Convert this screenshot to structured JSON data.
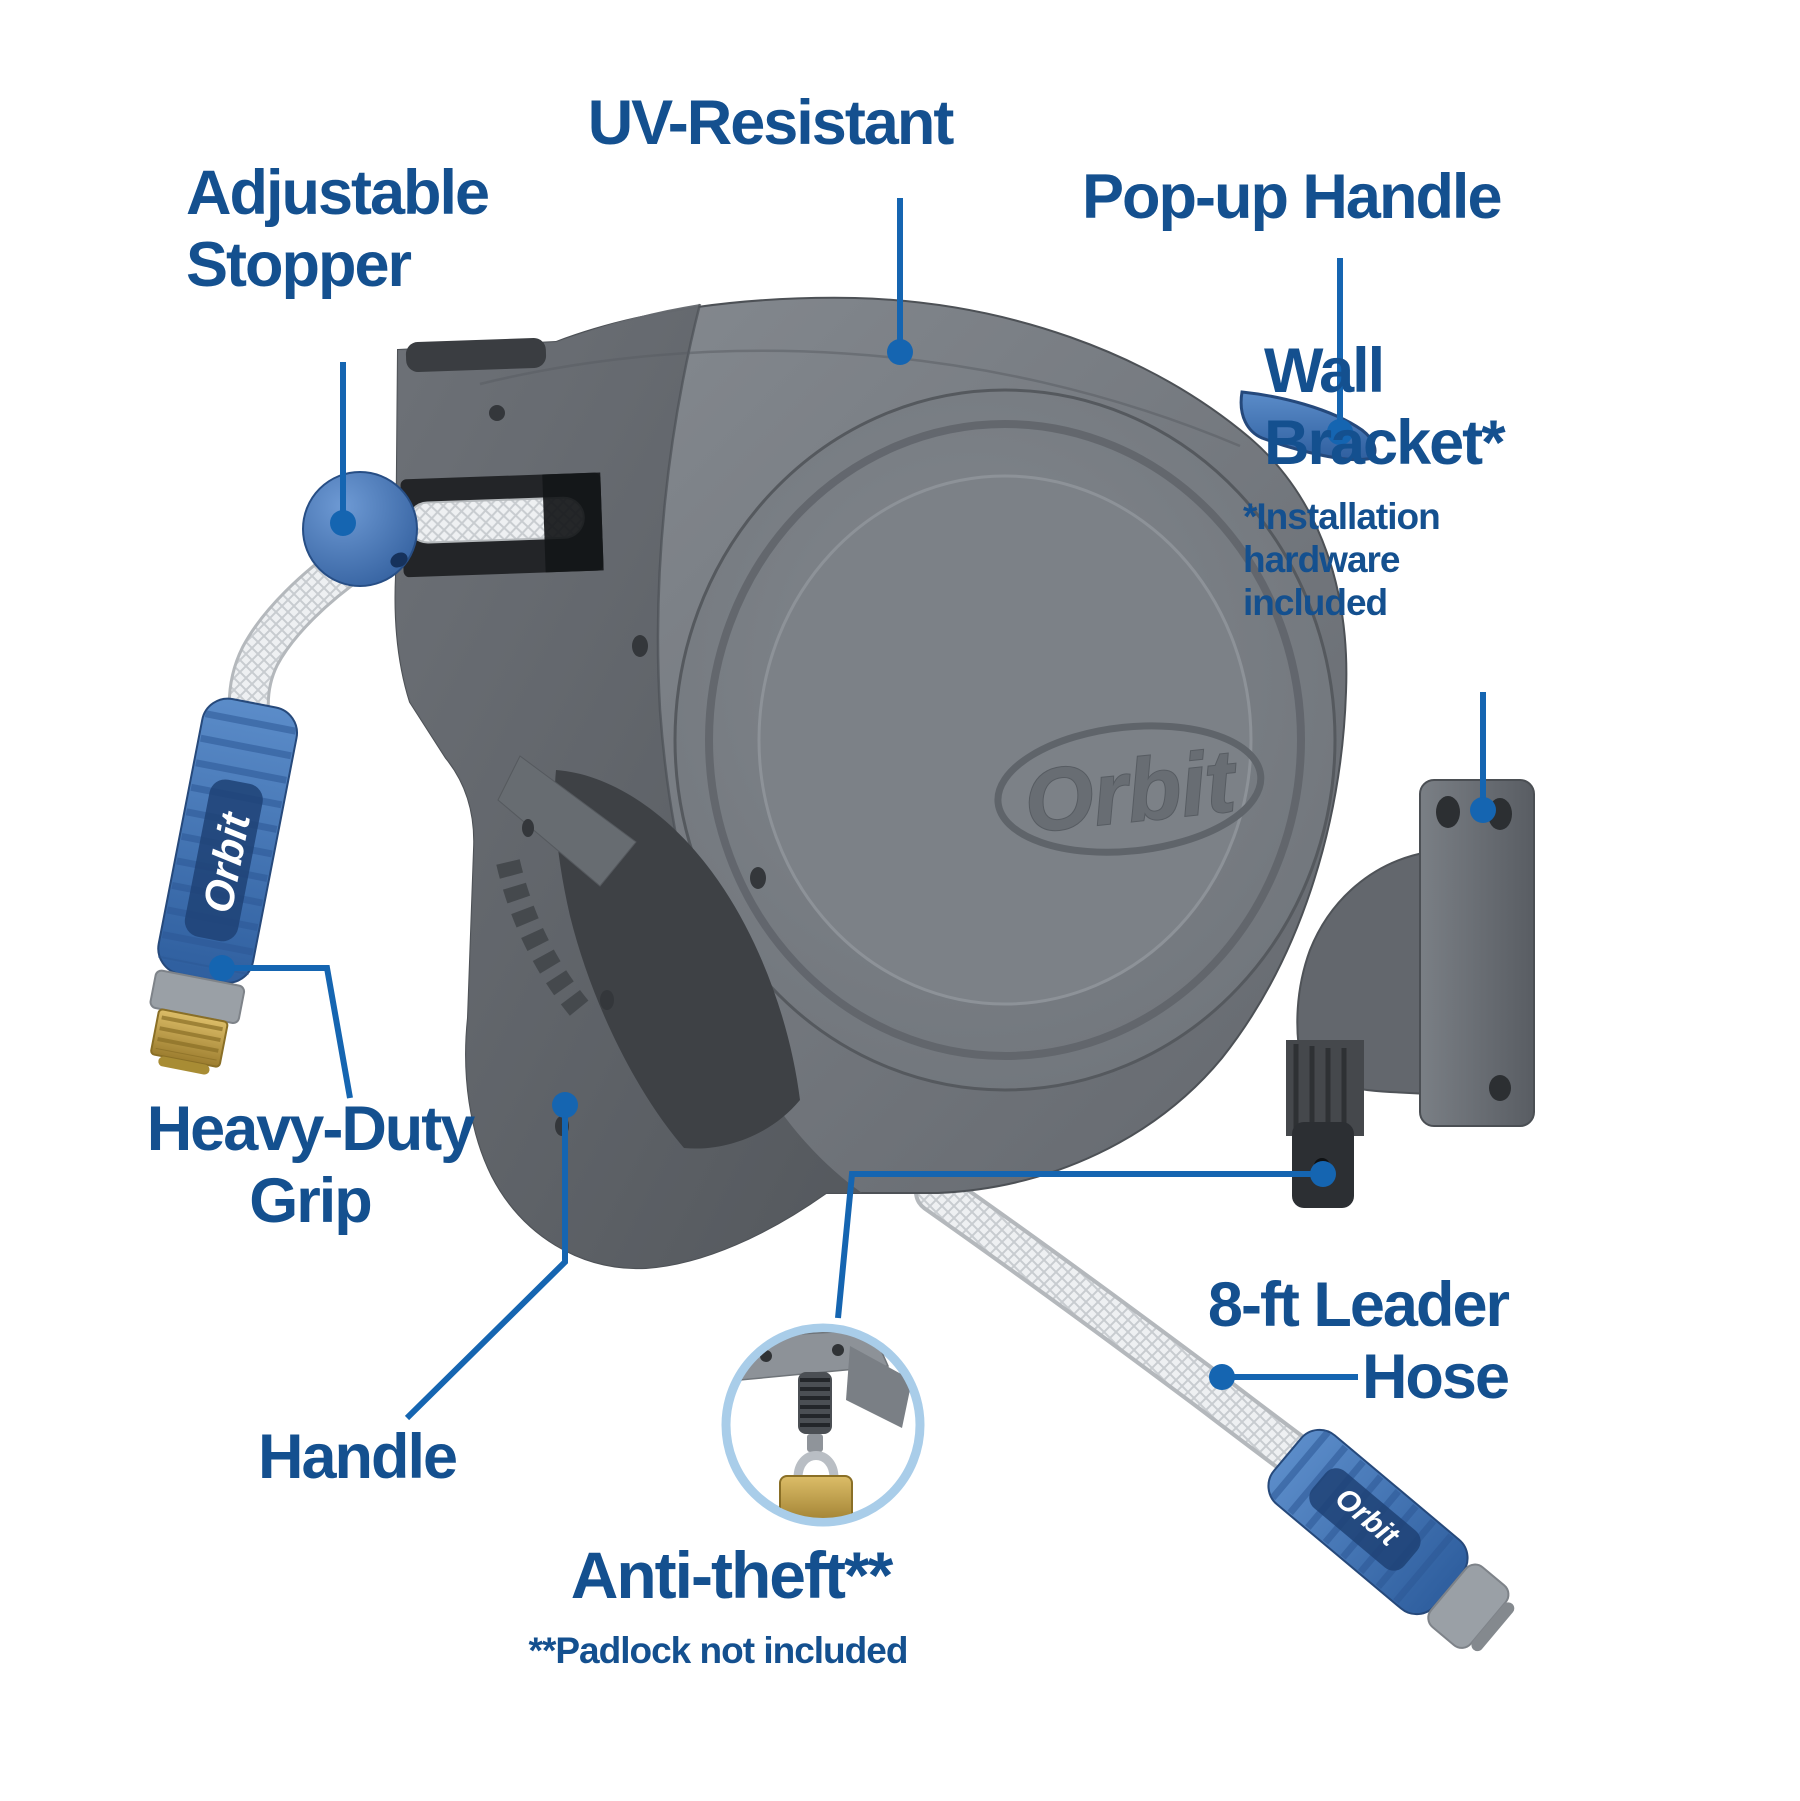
{
  "page": {
    "background": "#ffffff",
    "description_colors": {
      "label_text": "#14508f",
      "leader_line": "#1565b1",
      "accent_blue": "#3f74b8",
      "body_gray": "#6b7076",
      "inset_ring": "#a9cde9",
      "brass": "#c9a74d",
      "hose_white": "#eef0f2"
    }
  },
  "product": {
    "brand": "Orbit"
  },
  "callouts": {
    "adjustable_stopper": {
      "label": "Adjustable\nStopper"
    },
    "uv_resistant": {
      "label": "UV-Resistant"
    },
    "popup_handle": {
      "label": "Pop-up Handle"
    },
    "wall_bracket": {
      "label": "Wall\nBracket*",
      "note": "*Installation\nhardware\nincluded"
    },
    "heavy_duty_grip": {
      "label": "Heavy-Duty\nGrip"
    },
    "handle": {
      "label": "Handle"
    },
    "anti_theft": {
      "label": "Anti-theft**",
      "note": "**Padlock not included"
    },
    "leader_hose": {
      "label": "8-ft Leader\nHose"
    }
  }
}
